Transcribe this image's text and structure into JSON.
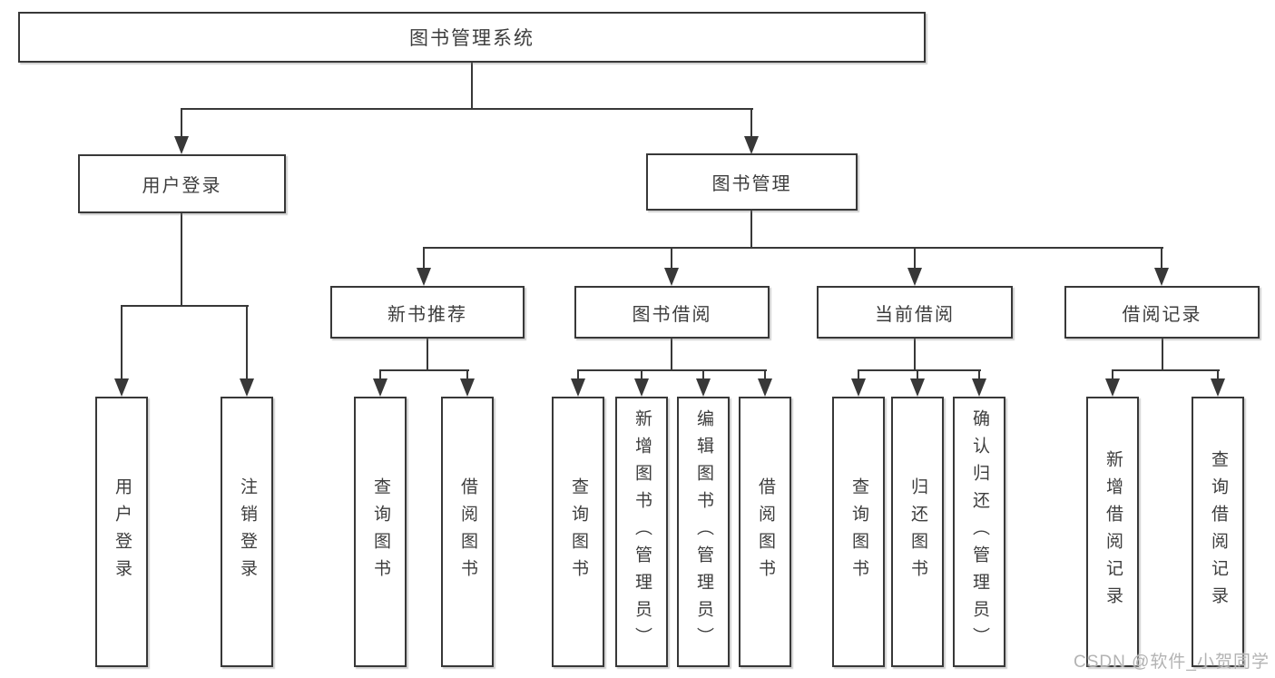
{
  "tree": {
    "root": "图书管理系统",
    "user_login": {
      "label": "用户登录",
      "children": [
        "用户登录",
        "注销登录"
      ]
    },
    "book_mgmt": {
      "label": "图书管理",
      "groups": [
        {
          "label": "新书推荐",
          "children": [
            "查询图书",
            "借阅图书"
          ]
        },
        {
          "label": "图书借阅",
          "children": [
            "查询图书",
            "新增图书（管理员）",
            "编辑图书（管理员）",
            "借阅图书"
          ]
        },
        {
          "label": "当前借阅",
          "children": [
            "查询图书",
            "归还图书",
            "确认归还（管理员）"
          ]
        },
        {
          "label": "借阅记录",
          "children": [
            "新增借阅记录",
            "查询借阅记录"
          ]
        }
      ]
    }
  },
  "watermark": "CSDN @软件_小贺同学",
  "colors": {
    "line": "#383838",
    "text": "#3d3d3d",
    "watermark": "#b3b3b3",
    "background": "#ffffff"
  }
}
